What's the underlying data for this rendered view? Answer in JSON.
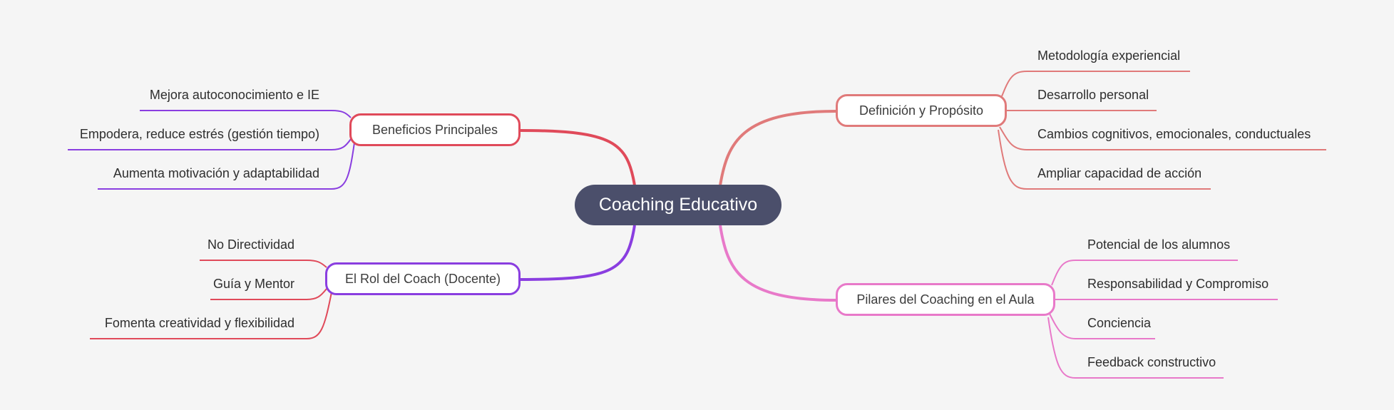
{
  "root": {
    "label": "Coaching Educativo",
    "color": "#4b4f6b"
  },
  "branches": [
    {
      "label": "Definición y Propósito",
      "color": "#e07a7a",
      "children": [
        "Metodología experiencial",
        "Desarrollo personal",
        "Cambios cognitivos, emocionales, conductuales",
        "Ampliar capacidad de acción"
      ]
    },
    {
      "label": "Pilares del Coaching en el Aula",
      "color": "#e879c9",
      "children": [
        "Potencial de los alumnos",
        "Responsabilidad y Compromiso",
        "Conciencia",
        "Feedback constructivo"
      ]
    },
    {
      "label": "Beneficios Principales",
      "color": "#e04a5a",
      "child_color": "#8a3ee0",
      "children": [
        "Mejora autoconocimiento e IE",
        "Empodera, reduce estrés (gestión tiempo)",
        "Aumenta motivación y adaptabilidad"
      ]
    },
    {
      "label": "El Rol del Coach (Docente)",
      "color": "#8a3ee0",
      "child_color": "#e04a5a",
      "children": [
        "No Directividad",
        "Guía y Mentor",
        "Fomenta creatividad y flexibilidad"
      ]
    }
  ]
}
